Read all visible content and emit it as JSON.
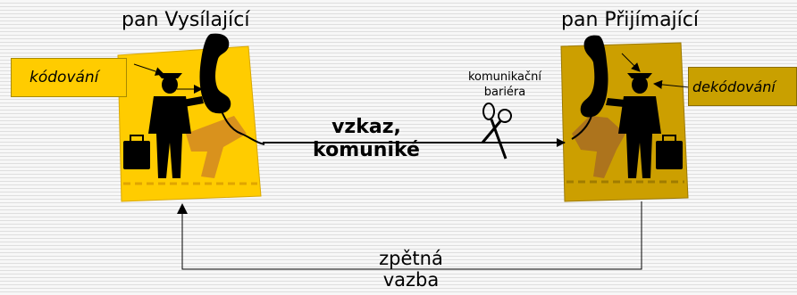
{
  "sender": {
    "title": "pan Vysílající",
    "encode_label": "kódování",
    "card_color": "#ffcc00"
  },
  "receiver": {
    "title": "pan Přijímající",
    "decode_label": "dekódování",
    "card_color": "#cc9f00"
  },
  "barrier": {
    "label_line1": "komunikační",
    "label_line2": "bariéra",
    "icon": "scissors-icon"
  },
  "message": {
    "line1": "vzkaz,",
    "line2": "komuniké"
  },
  "feedback": {
    "line1": "zpětná",
    "line2": "vazba"
  }
}
